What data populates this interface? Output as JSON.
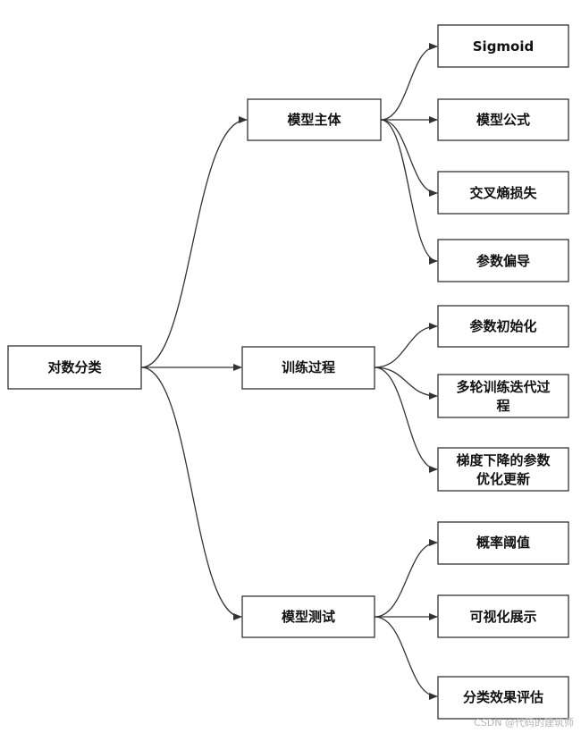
{
  "nodes": {
    "root": "对数分类",
    "model_body": "模型主体",
    "training": "训练过程",
    "testing": "模型测试",
    "sigmoid": "Sigmoid",
    "model_formula": "模型公式",
    "cross_entropy": "交叉熵损失",
    "param_derivative": "参数偏导",
    "param_init": "参数初始化",
    "multi_round": [
      "多轮训练迭代过",
      "程"
    ],
    "gradient_descent": [
      "梯度下降的参数",
      "优化更新"
    ],
    "prob_threshold": "概率阈值",
    "visualization": "可视化展示",
    "classification_eval": "分类效果评估"
  },
  "watermark": "CSDN @代码的建筑师"
}
